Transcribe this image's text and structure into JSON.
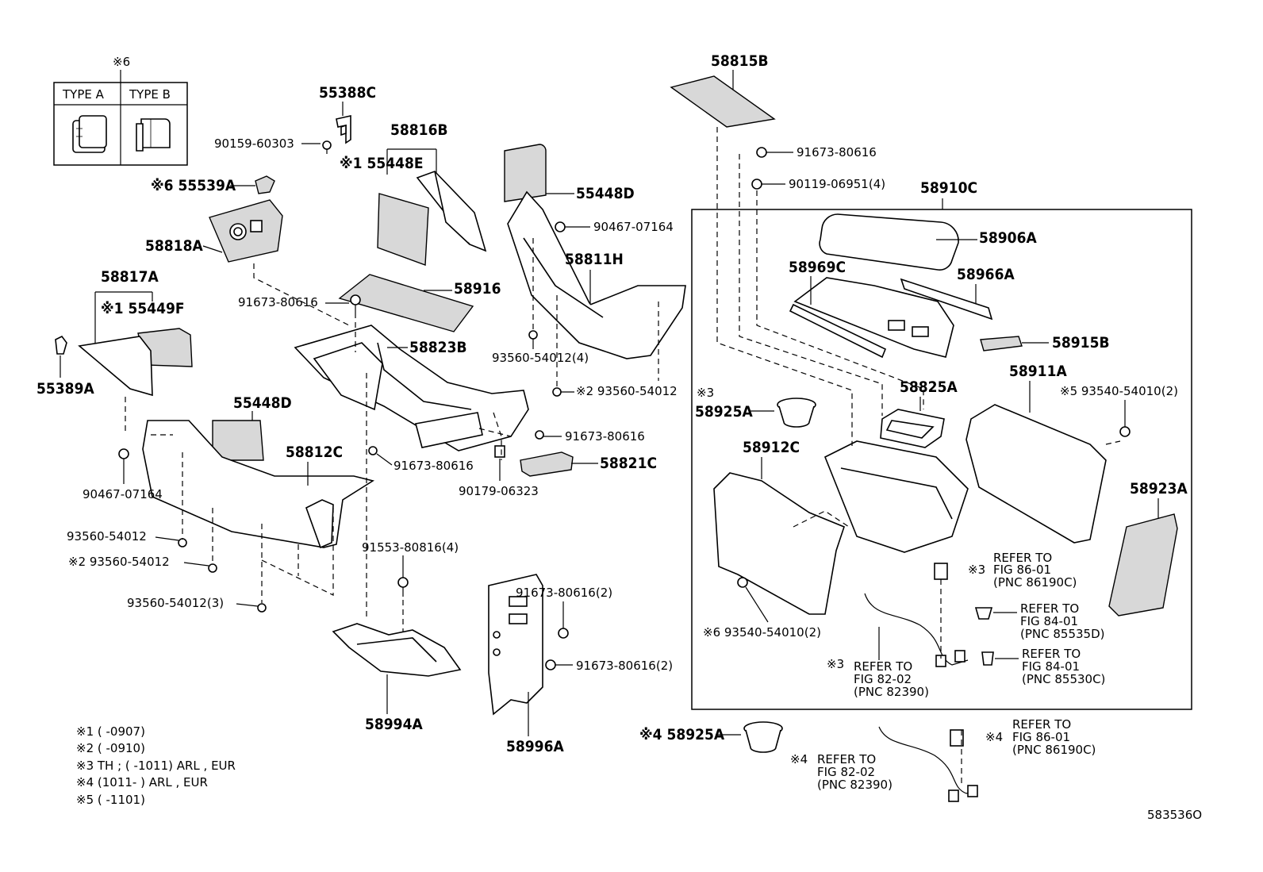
{
  "type_table": {
    "note_ref": "※6",
    "type_a": "TYPE A",
    "type_b": "TYPE B"
  },
  "labels": {
    "p55388C": "55388C",
    "p90159_60303": "90159-60303",
    "p58816B": "58816B",
    "p55448E": "※1 55448E",
    "p55539A": "※6 55539A",
    "p58818A": "58818A",
    "p58817A": "58817A",
    "p55449F": "※1 55449F",
    "p55389A": "55389A",
    "p91673_80616_a": "91673-80616",
    "p58916": "58916",
    "p58823B": "58823B",
    "p55448D_a": "55448D",
    "p90467_07164_a": "90467-07164",
    "p58811H": "58811H",
    "p93560_54012_4": "93560-54012(4)",
    "p93560_54012_x2a": "※2 93560-54012",
    "p91673_80616_b": "91673-80616",
    "p91673_80616_c": "91673-80616",
    "p58821C": "58821C",
    "p90179_06323": "90179-06323",
    "p55448D_b": "55448D",
    "p58812C": "58812C",
    "p90467_07164_b": "90467-07164",
    "p93560_54012_b": "93560-54012",
    "p93560_54012_x2b": "※2 93560-54012",
    "p93560_54012_3": "93560-54012(3)",
    "p91553_80816_4": "91553-80816(4)",
    "p58994A": "58994A",
    "p91673_80616_2a": "91673-80616(2)",
    "p91673_80616_2b": "91673-80616(2)",
    "p58996A": "58996A",
    "p58815B": "58815B",
    "p91673_80616_d": "91673-80616",
    "p90119_06951_4": "90119-06951(4)",
    "p58910C": "58910C",
    "p58906A": "58906A",
    "p58969C": "58969C",
    "p58966A": "58966A",
    "p58915B": "58915B",
    "p58825A": "58825A",
    "p58911A": "58911A",
    "p93540_54010_x5": "※5 93540-54010(2)",
    "p58925A_x3_mark": "※3",
    "p58925A_x3": "58925A",
    "p58912C": "58912C",
    "p58923A": "58923A",
    "p93540_54010_x6": "※6 93540-54010(2)",
    "p58925A_x4": "※4 58925A"
  },
  "refs": [
    {
      "mark": "※3",
      "l1": "REFER TO",
      "l2": "FIG 86-01",
      "l3": "(PNC 86190C)"
    },
    {
      "mark": "",
      "l1": "REFER TO",
      "l2": "FIG 84-01",
      "l3": "(PNC 85535D)"
    },
    {
      "mark": "",
      "l1": "REFER TO",
      "l2": "FIG 84-01",
      "l3": "(PNC 85530C)"
    },
    {
      "mark": "※3",
      "l1": "REFER TO",
      "l2": "FIG 82-02",
      "l3": "(PNC 82390)"
    },
    {
      "mark": "※4",
      "l1": "REFER TO",
      "l2": "FIG 86-01",
      "l3": "(PNC 86190C)"
    },
    {
      "mark": "※4",
      "l1": "REFER TO",
      "l2": "FIG 82-02",
      "l3": "(PNC 82390)"
    }
  ],
  "notes": [
    "※1 (      -0907)",
    "※2 (      -0910)",
    "※3 TH  ; (      -1011) ARL , EUR",
    "※4 (1011-      ) ARL , EUR",
    "※5 (      -1101)"
  ],
  "figure_id": "583536O"
}
